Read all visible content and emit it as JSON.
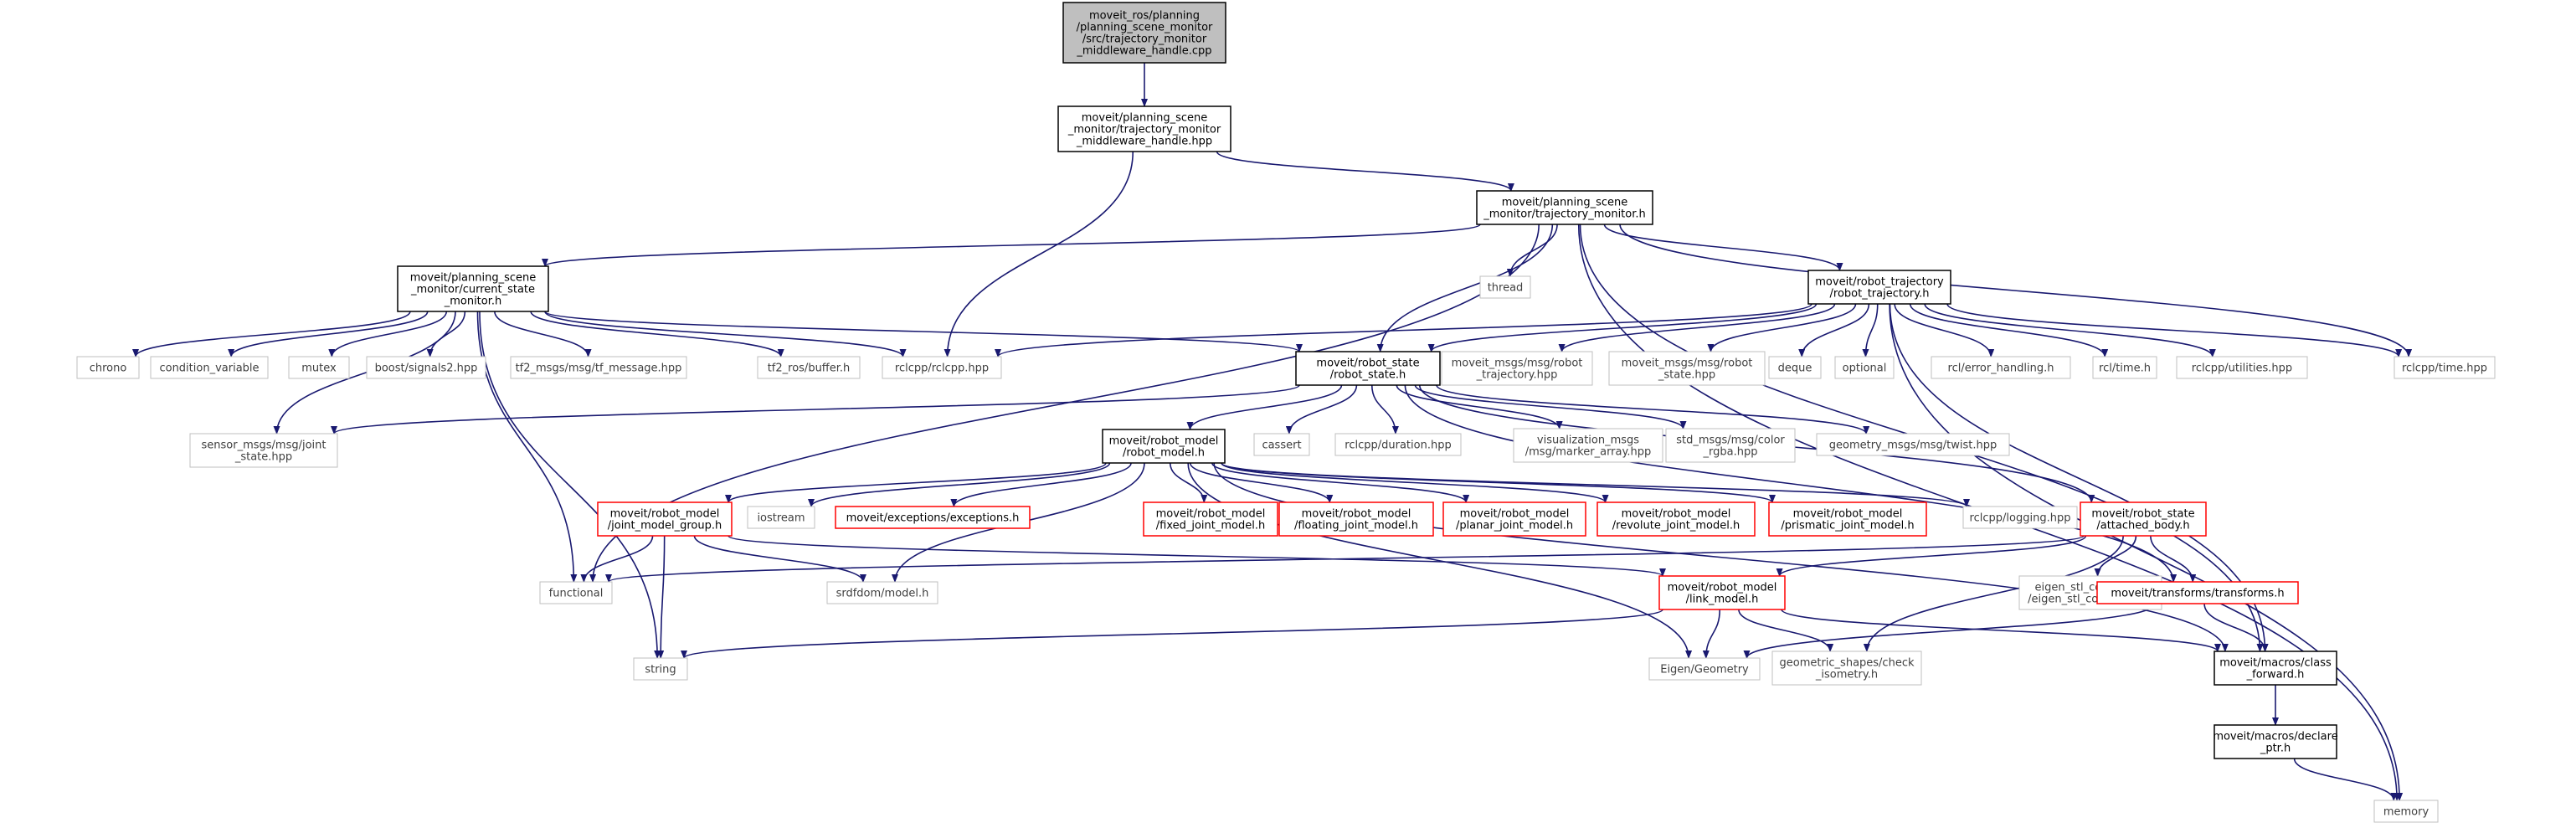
{
  "nodes": {
    "n0": {
      "lines": [
        "moveit_ros/planning",
        "/planning_scene_monitor",
        "/src/trajectory_monitor",
        "_middleware_handle.cpp"
      ],
      "style": "root"
    },
    "n1": {
      "lines": [
        "moveit/planning_scene",
        "_monitor/trajectory_monitor",
        "_middleware_handle.hpp"
      ],
      "style": "normal"
    },
    "n2": {
      "lines": [
        "moveit/planning_scene",
        "_monitor/trajectory_monitor.h"
      ],
      "style": "normal"
    },
    "n3": {
      "lines": [
        "moveit/planning_scene",
        "_monitor/current_state",
        "_monitor.h"
      ],
      "style": "normal"
    },
    "n4": {
      "lines": [
        "thread"
      ],
      "style": "grey"
    },
    "n5": {
      "lines": [
        "moveit/robot_trajectory",
        "/robot_trajectory.h"
      ],
      "style": "normal"
    },
    "n6": {
      "lines": [
        "chrono"
      ],
      "style": "grey"
    },
    "n7": {
      "lines": [
        "condition_variable"
      ],
      "style": "grey"
    },
    "n8": {
      "lines": [
        "mutex"
      ],
      "style": "grey"
    },
    "n9": {
      "lines": [
        "boost/signals2.hpp"
      ],
      "style": "grey"
    },
    "n10": {
      "lines": [
        "tf2_msgs/msg/tf_message.hpp"
      ],
      "style": "grey"
    },
    "n11": {
      "lines": [
        "tf2_ros/buffer.h"
      ],
      "style": "grey"
    },
    "n12": {
      "lines": [
        "rclcpp/rclcpp.hpp"
      ],
      "style": "grey"
    },
    "n13": {
      "lines": [
        "moveit/robot_state",
        "/robot_state.h"
      ],
      "style": "normal"
    },
    "n14": {
      "lines": [
        "moveit_msgs/msg/robot",
        "_trajectory.hpp"
      ],
      "style": "grey"
    },
    "n15": {
      "lines": [
        "moveit_msgs/msg/robot",
        "_state.hpp"
      ],
      "style": "grey"
    },
    "n16": {
      "lines": [
        "deque"
      ],
      "style": "grey"
    },
    "n17": {
      "lines": [
        "optional"
      ],
      "style": "grey"
    },
    "n18": {
      "lines": [
        "rcl/error_handling.h"
      ],
      "style": "grey"
    },
    "n19": {
      "lines": [
        "rcl/time.h"
      ],
      "style": "grey"
    },
    "n20": {
      "lines": [
        "rclcpp/utilities.hpp"
      ],
      "style": "grey"
    },
    "n21": {
      "lines": [
        "rclcpp/time.hpp"
      ],
      "style": "grey"
    },
    "n22": {
      "lines": [
        "sensor_msgs/msg/joint",
        "_state.hpp"
      ],
      "style": "grey"
    },
    "n23": {
      "lines": [
        "moveit/robot_model",
        "/robot_model.h"
      ],
      "style": "normal"
    },
    "n24": {
      "lines": [
        "cassert"
      ],
      "style": "grey"
    },
    "n25": {
      "lines": [
        "rclcpp/duration.hpp"
      ],
      "style": "grey"
    },
    "n26": {
      "lines": [
        "visualization_msgs",
        "/msg/marker_array.hpp"
      ],
      "style": "grey"
    },
    "n27": {
      "lines": [
        "std_msgs/msg/color",
        "_rgba.hpp"
      ],
      "style": "grey"
    },
    "n28": {
      "lines": [
        "geometry_msgs/msg/twist.hpp"
      ],
      "style": "grey"
    },
    "n29": {
      "lines": [
        "moveit/robot_model",
        "/joint_model_group.h"
      ],
      "style": "red"
    },
    "n30": {
      "lines": [
        "iostream"
      ],
      "style": "grey"
    },
    "n31": {
      "lines": [
        "moveit/exceptions/exceptions.h"
      ],
      "style": "red"
    },
    "n32": {
      "lines": [
        "moveit/robot_model",
        "/fixed_joint_model.h"
      ],
      "style": "red"
    },
    "n33": {
      "lines": [
        "moveit/robot_model",
        "/floating_joint_model.h"
      ],
      "style": "red"
    },
    "n34": {
      "lines": [
        "moveit/robot_model",
        "/planar_joint_model.h"
      ],
      "style": "red"
    },
    "n35": {
      "lines": [
        "moveit/robot_model",
        "/revolute_joint_model.h"
      ],
      "style": "red"
    },
    "n36": {
      "lines": [
        "moveit/robot_model",
        "/prismatic_joint_model.h"
      ],
      "style": "red"
    },
    "n37": {
      "lines": [
        "rclcpp/logging.hpp"
      ],
      "style": "grey"
    },
    "n38": {
      "lines": [
        "moveit/robot_state",
        "/attached_body.h"
      ],
      "style": "red"
    },
    "n39": {
      "lines": [
        "functional"
      ],
      "style": "grey"
    },
    "n40": {
      "lines": [
        "srdfdom/model.h"
      ],
      "style": "grey"
    },
    "n41": {
      "lines": [
        "moveit/robot_model",
        "/link_model.h"
      ],
      "style": "red"
    },
    "n42": {
      "lines": [
        "eigen_stl_containers",
        "/eigen_stl_containers.h"
      ],
      "style": "grey"
    },
    "n43": {
      "lines": [
        "moveit/transforms/transforms.h"
      ],
      "style": "red"
    },
    "n44": {
      "lines": [
        "string"
      ],
      "style": "grey"
    },
    "n45": {
      "lines": [
        "Eigen/Geometry"
      ],
      "style": "grey"
    },
    "n46": {
      "lines": [
        "geometric_shapes/check",
        "_isometry.h"
      ],
      "style": "grey"
    },
    "n47": {
      "lines": [
        "moveit/macros/class",
        "_forward.h"
      ],
      "style": "normal"
    },
    "n48": {
      "lines": [
        "moveit/macros/declare",
        "_ptr.h"
      ],
      "style": "normal"
    },
    "n49": {
      "lines": [
        "memory"
      ],
      "style": "grey"
    }
  },
  "edges": [
    [
      "n0",
      "n1"
    ],
    [
      "n1",
      "n2"
    ],
    [
      "n1",
      "n12"
    ],
    [
      "n2",
      "n3"
    ],
    [
      "n2",
      "n4"
    ],
    [
      "n2",
      "n5"
    ],
    [
      "n2",
      "n13"
    ],
    [
      "n2",
      "n21"
    ],
    [
      "n2",
      "n47"
    ],
    [
      "n2",
      "n49"
    ],
    [
      "n2",
      "n39"
    ],
    [
      "n3",
      "n6"
    ],
    [
      "n3",
      "n7"
    ],
    [
      "n3",
      "n8"
    ],
    [
      "n3",
      "n9"
    ],
    [
      "n3",
      "n10"
    ],
    [
      "n3",
      "n11"
    ],
    [
      "n3",
      "n12"
    ],
    [
      "n3",
      "n13"
    ],
    [
      "n3",
      "n22"
    ],
    [
      "n3",
      "n39"
    ],
    [
      "n3",
      "n44"
    ],
    [
      "n5",
      "n12"
    ],
    [
      "n5",
      "n13"
    ],
    [
      "n5",
      "n14"
    ],
    [
      "n5",
      "n15"
    ],
    [
      "n5",
      "n16"
    ],
    [
      "n5",
      "n17"
    ],
    [
      "n5",
      "n18"
    ],
    [
      "n5",
      "n19"
    ],
    [
      "n5",
      "n20"
    ],
    [
      "n5",
      "n21"
    ],
    [
      "n5",
      "n47"
    ],
    [
      "n5",
      "n49"
    ],
    [
      "n13",
      "n22"
    ],
    [
      "n13",
      "n23"
    ],
    [
      "n13",
      "n24"
    ],
    [
      "n13",
      "n25"
    ],
    [
      "n13",
      "n26"
    ],
    [
      "n13",
      "n27"
    ],
    [
      "n13",
      "n28"
    ],
    [
      "n13",
      "n38"
    ],
    [
      "n13",
      "n43"
    ],
    [
      "n23",
      "n29"
    ],
    [
      "n23",
      "n30"
    ],
    [
      "n23",
      "n31"
    ],
    [
      "n23",
      "n32"
    ],
    [
      "n23",
      "n33"
    ],
    [
      "n23",
      "n34"
    ],
    [
      "n23",
      "n35"
    ],
    [
      "n23",
      "n36"
    ],
    [
      "n23",
      "n37"
    ],
    [
      "n23",
      "n40"
    ],
    [
      "n23",
      "n45"
    ],
    [
      "n23",
      "n47"
    ],
    [
      "n29",
      "n39"
    ],
    [
      "n29",
      "n40"
    ],
    [
      "n29",
      "n41"
    ],
    [
      "n29",
      "n44"
    ],
    [
      "n38",
      "n39"
    ],
    [
      "n38",
      "n41"
    ],
    [
      "n38",
      "n42"
    ],
    [
      "n38",
      "n43"
    ],
    [
      "n38",
      "n46"
    ],
    [
      "n41",
      "n44"
    ],
    [
      "n41",
      "n45"
    ],
    [
      "n41",
      "n46"
    ],
    [
      "n41",
      "n47"
    ],
    [
      "n43",
      "n45"
    ],
    [
      "n43",
      "n47"
    ],
    [
      "n47",
      "n48"
    ],
    [
      "n48",
      "n49"
    ]
  ],
  "colors": {
    "edge": "#191970",
    "root_fill": "#bfbfbf",
    "normal_border": "#000000",
    "grey_border": "#bfbfbf",
    "red_border": "#ff0000"
  }
}
